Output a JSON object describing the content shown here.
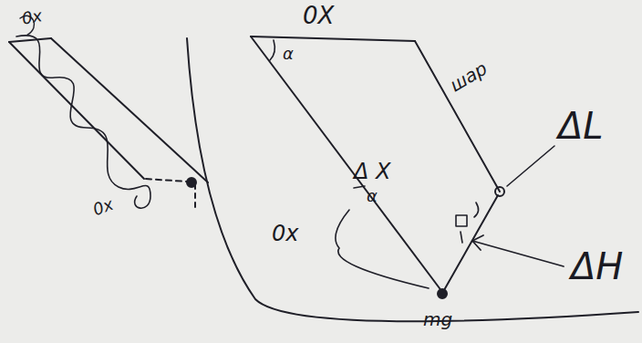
{
  "diagram": {
    "labels": [
      "0x",
      "0x",
      "0X",
      "α",
      "Δ X",
      "α",
      "0x",
      "шар",
      "ΔL",
      "ΔH",
      "mg"
    ]
  }
}
